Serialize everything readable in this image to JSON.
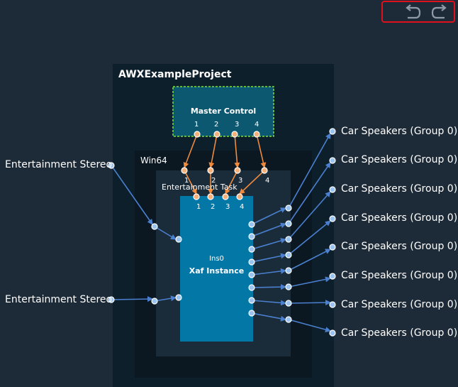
{
  "toolbar": {
    "undo_icon": "undo-icon",
    "redo_icon": "redo-icon"
  },
  "project": {
    "title": "AWXExampleProject"
  },
  "master_control": {
    "title": "Master Control",
    "pins": [
      "1",
      "2",
      "3",
      "4"
    ]
  },
  "platform": {
    "title": "Win64"
  },
  "task": {
    "title": "Entertainment Task",
    "upper_pins": [
      "1",
      "2",
      "3",
      "4"
    ],
    "lower_pins": [
      "1",
      "2",
      "3",
      "4"
    ]
  },
  "instance": {
    "id": "Ins0",
    "title": "Xaf Instance"
  },
  "inputs": [
    "Entertainment Stereo",
    "Entertainment Stereo"
  ],
  "outputs": [
    "Car Speakers (Group 0)",
    "Car Speakers (Group 0)",
    "Car Speakers (Group 0)",
    "Car Speakers (Group 0)",
    "Car Speakers (Group 0)",
    "Car Speakers (Group 0)",
    "Car Speakers (Group 0)",
    "Car Speakers (Group 0)"
  ],
  "colors": {
    "project_bg": "#0e1f2c",
    "platform_bg": "#0b1822",
    "task_bg": "#1a2b39",
    "master_bg": "#0c5870",
    "master_border": "#7fe03c",
    "instance_bg": "#0377a6",
    "control_wire": "#f08a3c",
    "audio_wire": "#4a80cf"
  }
}
